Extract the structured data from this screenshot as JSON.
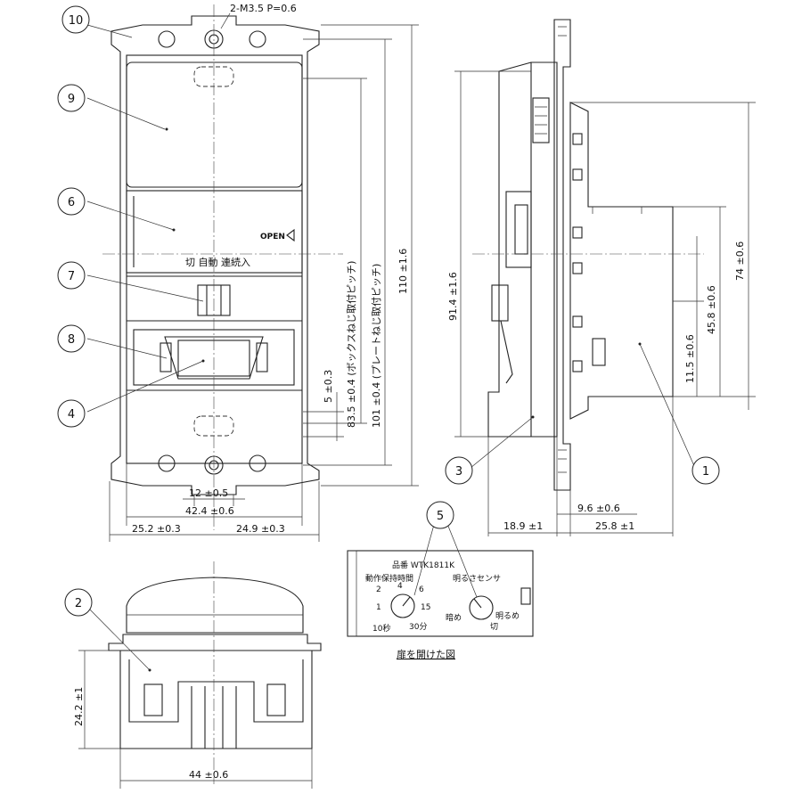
{
  "balloons": [
    "10",
    "9",
    "6",
    "7",
    "8",
    "4",
    "2",
    "5",
    "3",
    "1"
  ],
  "front_view": {
    "screw_label": "2-M3.5 P=0.6",
    "open_label": "OPEN",
    "switch_label": "切 自動 連続入",
    "dim_box_pitch": "83.5 ±0.4 (ボックスねじ取付ピッチ)",
    "dim_plate_pitch": "101 ±0.4 (プレートねじ取付ピッチ)",
    "dim_height": "110 ±1.6",
    "dim_5": "5 ±0.3",
    "dim_12": "12 ±0.5",
    "dim_42_4": "42.4 ±0.6",
    "dim_25_2": "25.2 ±0.3",
    "dim_24_9": "24.9 ±0.3"
  },
  "side_view": {
    "dim_91_4": "91.4 ±1.6",
    "dim_74": "74 ±0.6",
    "dim_45_8": "45.8 ±0.6",
    "dim_11_5": "11.5 ±0.6",
    "dim_9_6": "9.6 ±0.6",
    "dim_18_9": "18.9 ±1",
    "dim_25_8": "25.8 ±1"
  },
  "bottom_view": {
    "dim_24_2": "24.2 ±1",
    "dim_44": "44 ±0.6"
  },
  "door_view": {
    "model_label": "品番 WTK1811K",
    "hold_time_label": "動作保持時間",
    "brightness_label": "明るさセンサ",
    "dial1_2": "2",
    "dial1_4": "4",
    "dial1_6": "6",
    "dial1_1": "1",
    "dial1_15": "15",
    "dial1_10s": "10秒",
    "dial1_30m": "30分",
    "dial2_dark": "暗め",
    "dial2_bright": "明るめ",
    "dial2_off": "切",
    "caption": "扉を開けた図"
  }
}
